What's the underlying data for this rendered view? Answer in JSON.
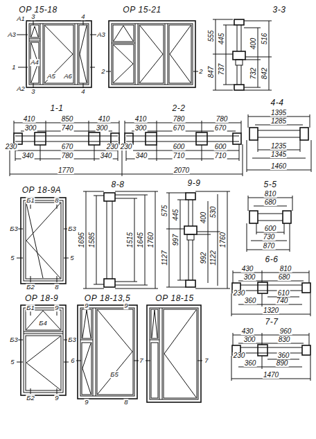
{
  "diagram": {
    "labels": [
      "ОР 15-18",
      "ОР 15-21",
      "3-3",
      "А1",
      "3",
      "4",
      "А3",
      "А3",
      "1",
      "А4",
      "А5",
      "А6",
      "А2",
      "3",
      "4",
      "2",
      "2",
      "555",
      "445",
      "847",
      "737",
      "400",
      "732",
      "516",
      "842",
      "1-1",
      "410",
      "850",
      "410",
      "300",
      "740",
      "300",
      "230",
      "670",
      "230",
      "340",
      "780",
      "340",
      "1770",
      "2-2",
      "410",
      "780",
      "780",
      "300",
      "670",
      "670",
      "230",
      "600",
      "600",
      "340",
      "710",
      "710",
      "2070",
      "4-4",
      "1395",
      "1285",
      "1235",
      "1345",
      "1460",
      "5-5",
      "810",
      "680",
      "600",
      "730",
      "870",
      "6-6",
      "430",
      "810",
      "300",
      "680",
      "230",
      "610",
      "360",
      "740",
      "1320",
      "7-7",
      "430",
      "960",
      "300",
      "830",
      "230",
      "360",
      "360",
      "890",
      "1470",
      "ОР 18-9А",
      "Б1",
      "8",
      "Б3",
      "Б3",
      "5",
      "5",
      "Б2",
      "8",
      "8-8",
      "1695",
      "1585",
      "1515",
      "1645",
      "1760",
      "9-9",
      "575",
      "445",
      "1127",
      "997",
      "400",
      "992",
      "530",
      "1122",
      "1760",
      "ОР 18-9",
      "Б1",
      "9",
      "Б4",
      "Б3",
      "Б3",
      "5",
      "5",
      "Б2",
      "9",
      "ОР 18-13,5",
      "9",
      "9",
      "6",
      "6",
      "Б5",
      "9",
      "8",
      "ОР 18-15",
      "7",
      "7"
    ]
  }
}
